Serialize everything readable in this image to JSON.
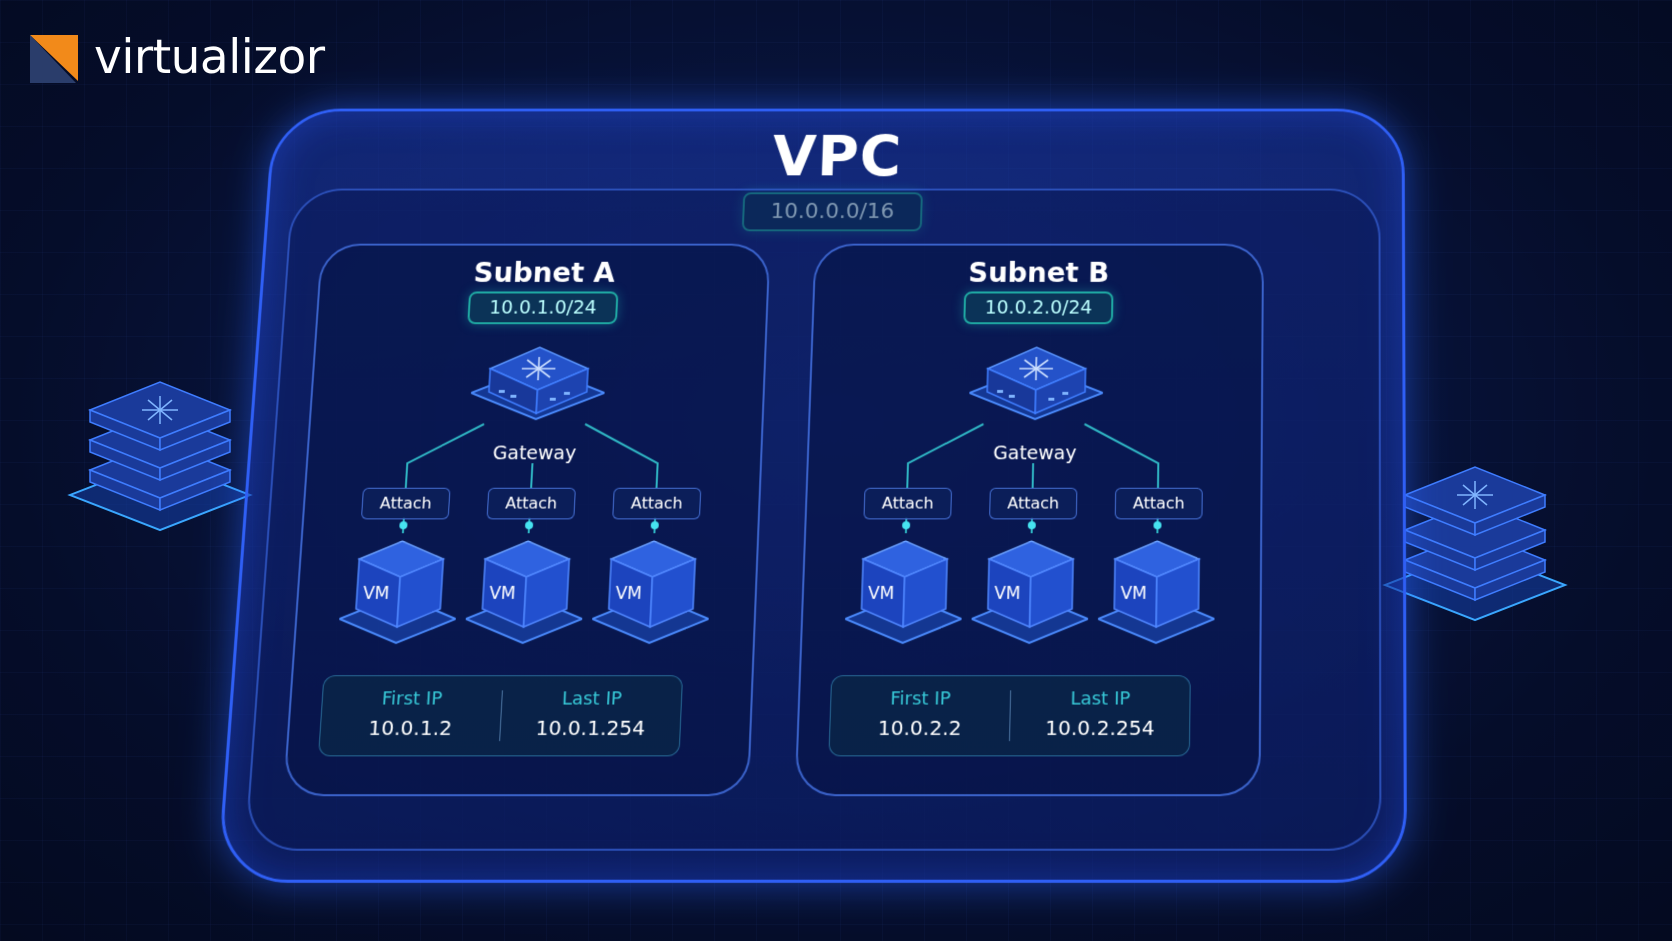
{
  "brand": {
    "name": "virtualizor"
  },
  "vpc": {
    "title": "VPC",
    "cidr": "10.0.0.0/16",
    "subnets": [
      {
        "title": "Subnet A",
        "cidr": "10.0.1.0/24",
        "gateway_label": "Gateway",
        "attach_labels": [
          "Attach",
          "Attach",
          "Attach"
        ],
        "vm_labels": [
          "VM",
          "VM",
          "VM"
        ],
        "first_ip_label": "First IP",
        "first_ip": "10.0.1.2",
        "last_ip_label": "Last IP",
        "last_ip": "10.0.1.254"
      },
      {
        "title": "Subnet B",
        "cidr": "10.0.2.0/24",
        "gateway_label": "Gateway",
        "attach_labels": [
          "Attach",
          "Attach",
          "Attach"
        ],
        "vm_labels": [
          "VM",
          "VM",
          "VM"
        ],
        "first_ip_label": "First IP",
        "first_ip": "10.0.2.2",
        "last_ip_label": "Last IP",
        "last_ip": "10.0.2.254"
      }
    ]
  },
  "colors": {
    "accent_blue": "#2f5ff5",
    "teal": "#37c9d8",
    "logo_orange": "#f28a1a",
    "logo_navy": "#2a3d6b"
  }
}
